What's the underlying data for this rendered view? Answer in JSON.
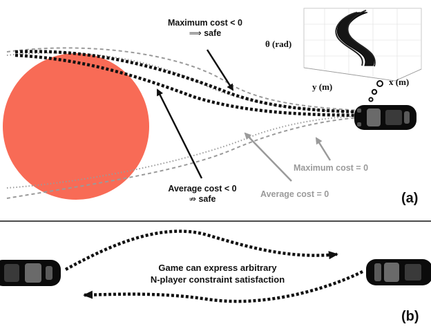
{
  "panel_a": {
    "tag": "(a)",
    "max_cost_neg": {
      "line1": "Maximum cost < 0",
      "arrow_glyph": "⟹",
      "word": "safe"
    },
    "avg_cost_neg": {
      "line1": "Average cost < 0",
      "arrow_glyph": "⇏",
      "word": "safe"
    },
    "max_cost_zero": "Maximum cost = 0",
    "avg_cost_zero": "Average cost = 0",
    "inset": {
      "theta_label": "θ (rad)",
      "y_label": "y (m)",
      "x_label": "x (m)"
    }
  },
  "panel_b": {
    "tag": "(b)",
    "caption_line1": "Game can express arbitrary",
    "caption_line2": "N-player constraint satisfaction"
  },
  "colors": {
    "obstacle": "#F86B56",
    "dark_traj": "#111111",
    "gray_traj": "#9a9a9a"
  }
}
